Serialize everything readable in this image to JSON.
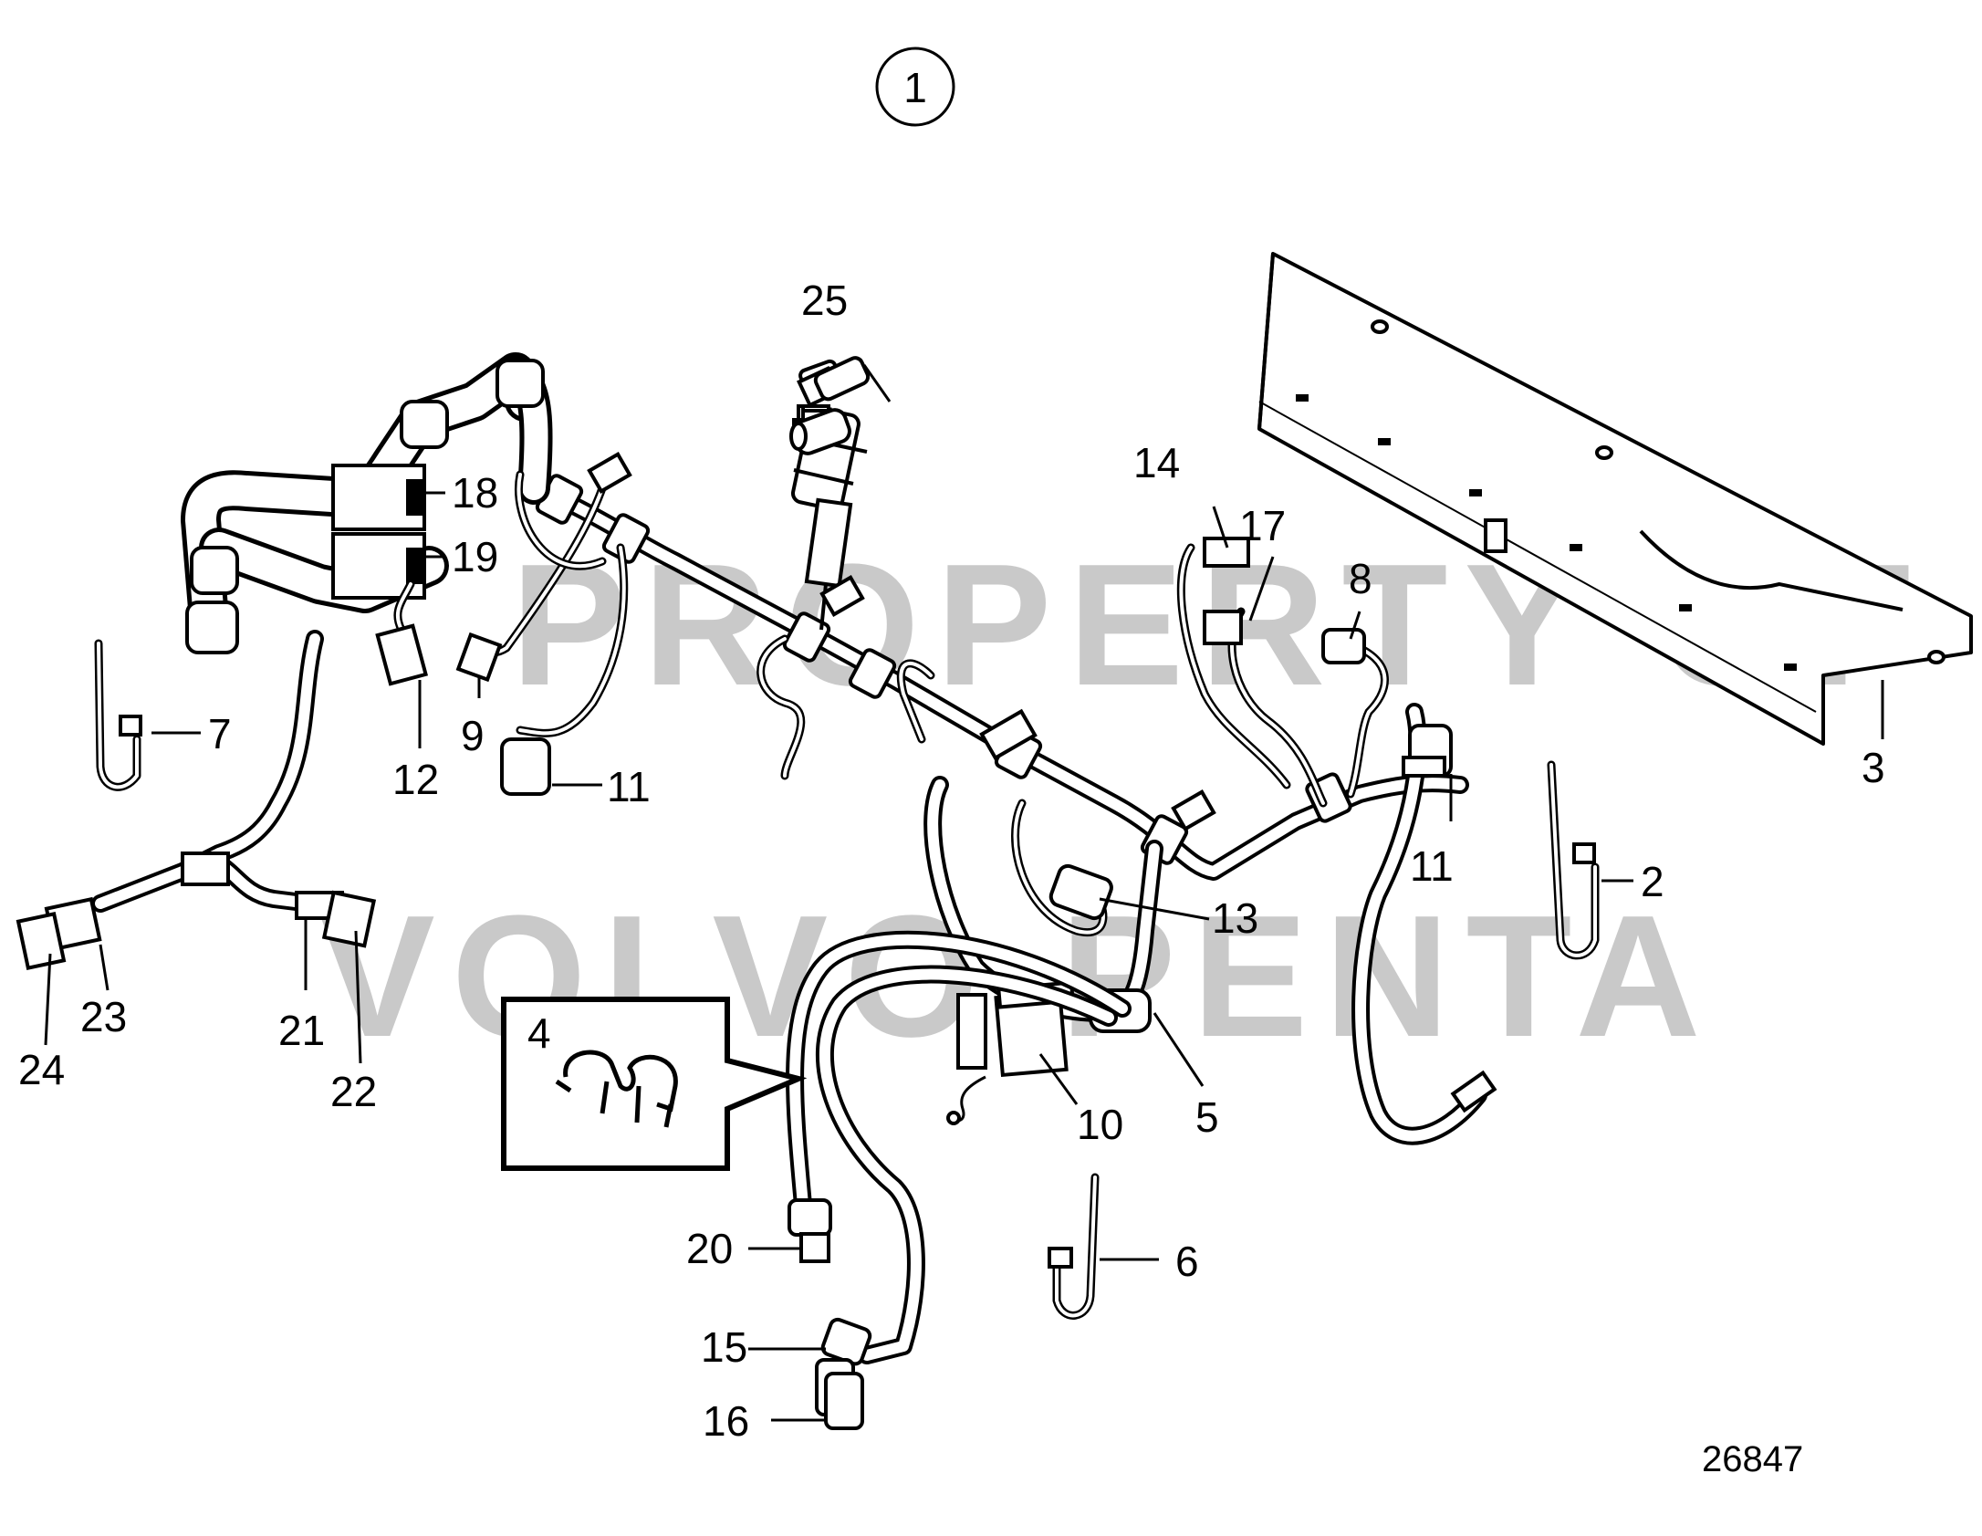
{
  "assembly_number": "1",
  "reference_number": "26847",
  "watermark": {
    "line1": "PROPERTY OF",
    "line2": "VOLVO PENTA"
  },
  "callouts": {
    "c1": "2",
    "c2": "3",
    "c3": "4",
    "c4": "5",
    "c5": "6",
    "c6": "7",
    "c7": "8",
    "c8": "9",
    "c9": "10",
    "c10": "11",
    "c11": "11",
    "c12": "12",
    "c13": "13",
    "c14": "14",
    "c15": "15",
    "c16": "16",
    "c17": "17",
    "c18": "18",
    "c19": "19",
    "c20": "20",
    "c21": "21",
    "c22": "22",
    "c23": "23",
    "c24": "24",
    "c25": "25"
  }
}
